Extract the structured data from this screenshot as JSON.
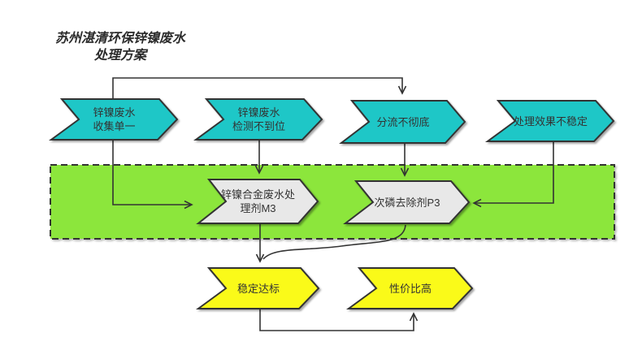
{
  "title": "苏州湛清环保锌镍废水\n处理方案",
  "colors": {
    "problem_fill": "#1EC7C7",
    "container_fill": "#8CE63C",
    "solution_fill": "#E8E8E8",
    "result_fill": "#FAFA19",
    "outline": "#333333"
  },
  "nodes": {
    "problems": [
      {
        "label": "锌镍废水\n收集单一"
      },
      {
        "label": "锌镍废水\n检测不到位"
      },
      {
        "label": "分流不彻底"
      },
      {
        "label": "处理效果不稳定"
      }
    ],
    "solutions": [
      {
        "label": "锌镍合金废水处\n理剂M3"
      },
      {
        "label": "次磷去除剂P3"
      }
    ],
    "results": [
      {
        "label": "稳定达标"
      },
      {
        "label": "性价比高"
      }
    ]
  }
}
